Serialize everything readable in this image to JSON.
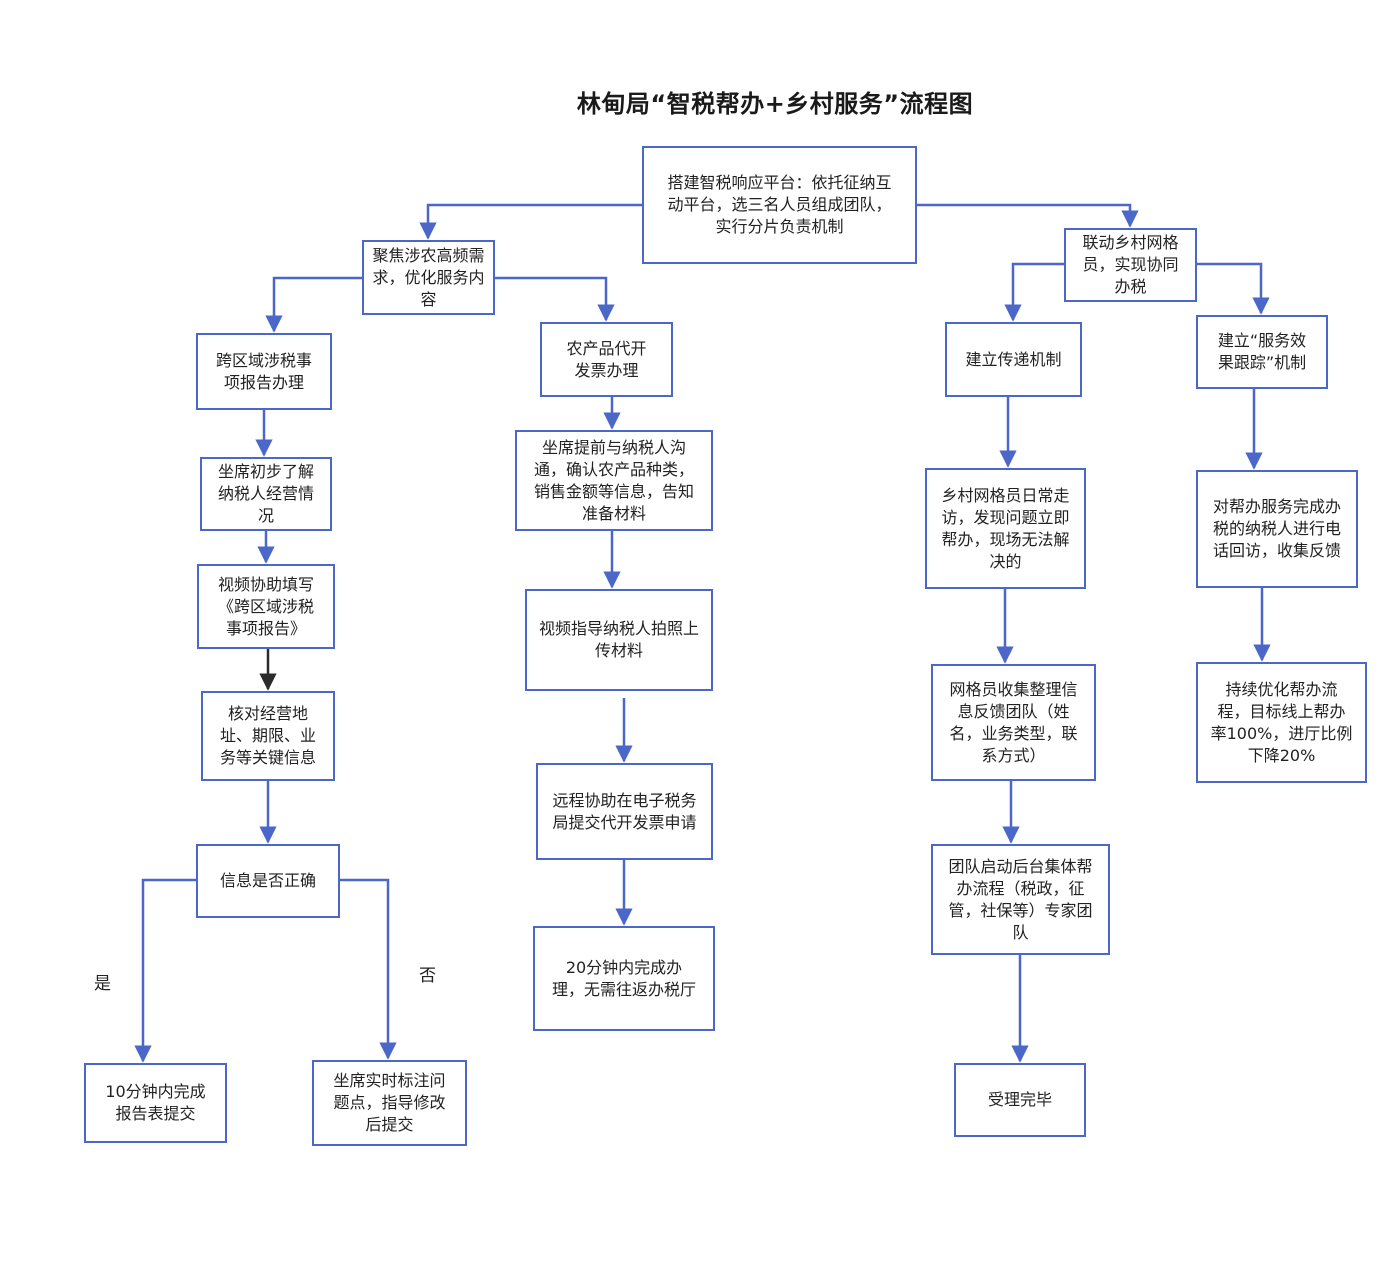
{
  "title": "林甸局“智税帮办+乡村服务”流程图",
  "nodes": {
    "root": "搭建智税响应平台：依托征纳互动平台，选三名人员组成团队，实行分片负责机制",
    "focus": "聚焦涉农高频需求，优化服务内容",
    "cross_region": "跨区域涉税事项报告办理",
    "seat_understand": "坐席初步了解纳税人经营情况",
    "video_fill": "视频协助填写《跨区域涉税事项报告》",
    "verify_info": "核对经营地址、期限、业务等关键信息",
    "info_correct": "信息是否正确",
    "complete_10min": "10分钟内完成报告表提交",
    "mark_issues": "坐席实时标注问题点，指导修改后提交",
    "agri_invoice": "农产品代开发票办理",
    "seat_contact": "坐席提前与纳税人沟通，确认农产品种类，销售金额等信息，告知准备材料",
    "video_photo": "视频指导纳税人拍照上传材料",
    "remote_submit": "远程协助在电子税务局提交代开发票申请",
    "complete_20min": "20分钟内完成办理，无需往返办税厅",
    "link_grid": "联动乡村网格员，实现协同办税",
    "relay_mech": "建立传递机制",
    "grid_visit": "乡村网格员日常走访，发现问题立即帮办，现场无法解决的",
    "grid_collect": "网格员收集整理信息反馈团队（姓名，业务类型，联系方式）",
    "team_backend": "团队启动后台集体帮办流程（税政，征管，社保等）专家团队",
    "accepted": "受理完毕",
    "tracking_mech": "建立“服务效果跟踪”机制",
    "phone_followup": "对帮办服务完成办税的纳税人进行电话回访，收集反馈",
    "optimize": "持续优化帮办流程，目标线上帮办率100%，进厅比例下降20%"
  },
  "labels": {
    "yes": "是",
    "no": "否"
  },
  "colors": {
    "connector": "#4a67c9",
    "connector_dark": "#2b2b2b",
    "border": "#4a67c9"
  }
}
